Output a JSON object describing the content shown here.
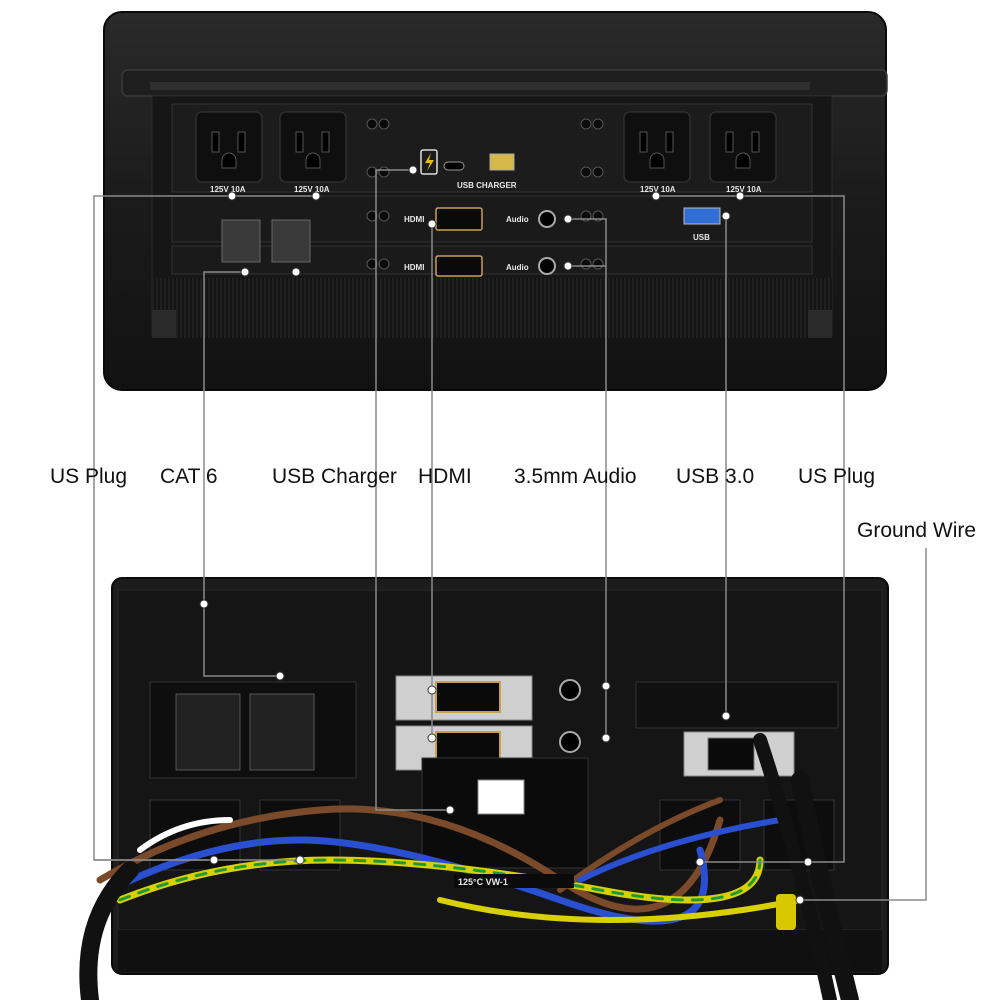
{
  "callouts": {
    "us_plug_left": "US Plug",
    "cat6": "CAT 6",
    "usb_charger": "USB Charger",
    "hdmi": "HDMI",
    "audio": "3.5mm Audio",
    "usb3": "USB 3.0",
    "us_plug_right": "US Plug",
    "ground_wire": "Ground Wire"
  },
  "panel_text": {
    "rating": "125V 10A",
    "usb_charger": "USB CHARGER",
    "hdmi": "HDMI",
    "audio": "Audio",
    "usb": "USB",
    "cable_print": "125°C VW-1"
  },
  "colors": {
    "leader": "#8a8a8a",
    "panel": "#1a1a1a",
    "usb3_blue": "#2f6fd6",
    "wire_brown": "#7a4a2a",
    "wire_blue": "#2a4fd0",
    "wire_yellow": "#d8d000",
    "wire_green": "#1f9a3a"
  }
}
